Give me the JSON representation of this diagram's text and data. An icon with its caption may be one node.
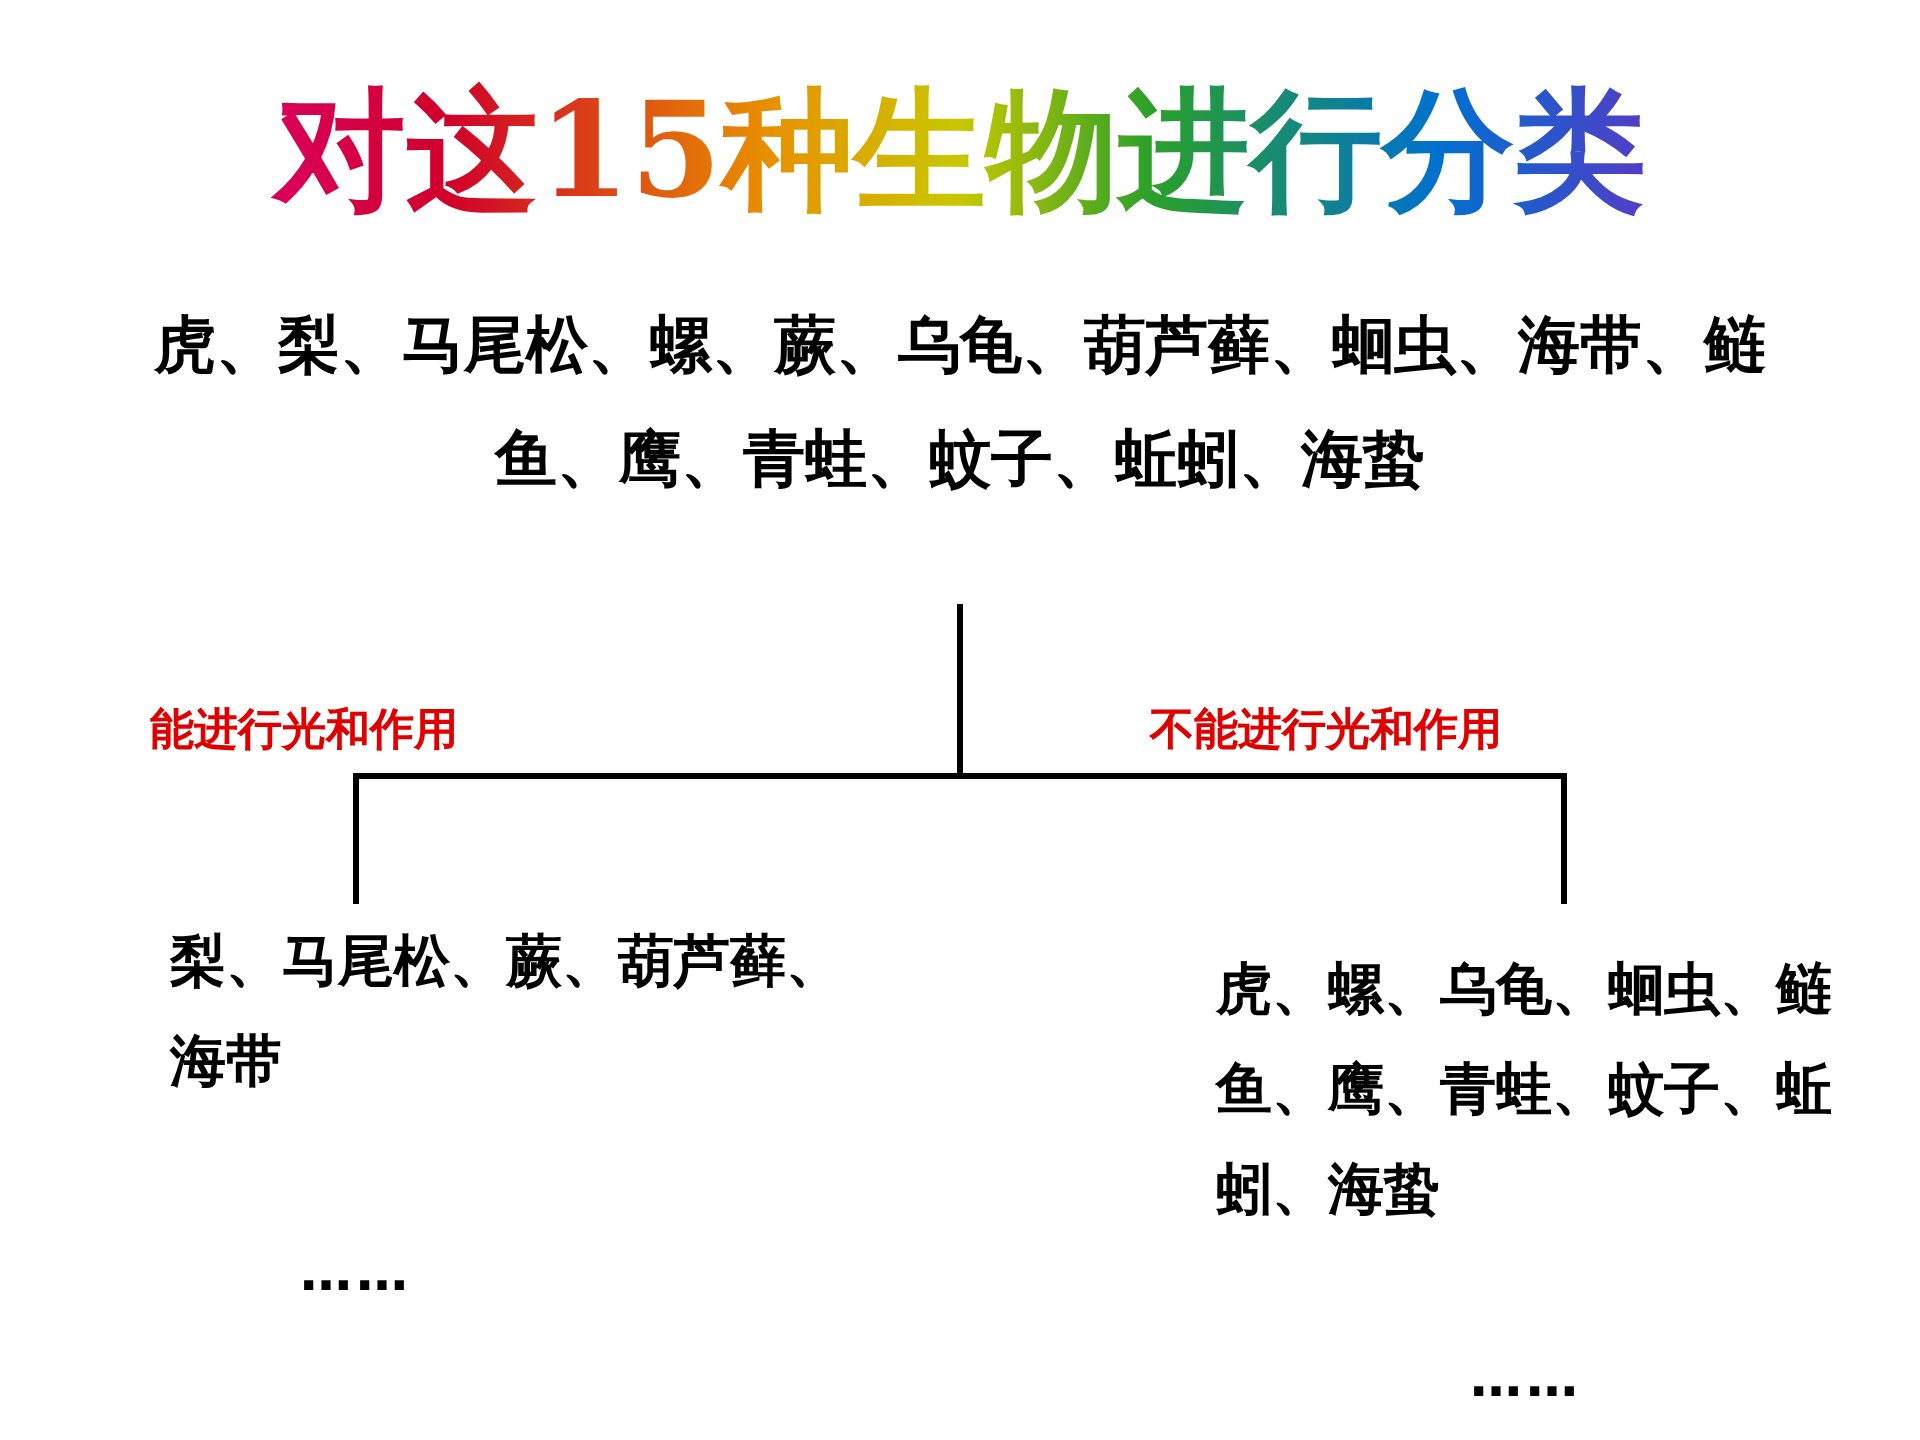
{
  "diagram": {
    "title": "对这15种生物进行分类",
    "nodes": [
      {
        "text": [
          "虎、梨、马尾松、螺、蕨、乌龟、葫芦藓、蛔虫、海带、鲢鱼、鹰、青蛙、蚊子、蚯蚓、海蛰"
        ]
      },
      {
        "text": [
          "梨、马尾松、蕨、葫芦藓、海带"
        ],
        "beside": [
          "……"
        ]
      },
      {
        "text": [
          "虎、螺、乌龟、蛔虫、鲢鱼、鹰、青蛙、蚊子、蚯蚓、海蛰"
        ],
        "beside": [
          "……"
        ]
      }
    ],
    "edges": [
      {
        "from": 0,
        "to": 1,
        "arrow": "none",
        "label": "能进行光和作用"
      },
      {
        "from": 0,
        "to": 2,
        "arrow": "none",
        "label": "不能进行光和作用"
      }
    ]
  }
}
